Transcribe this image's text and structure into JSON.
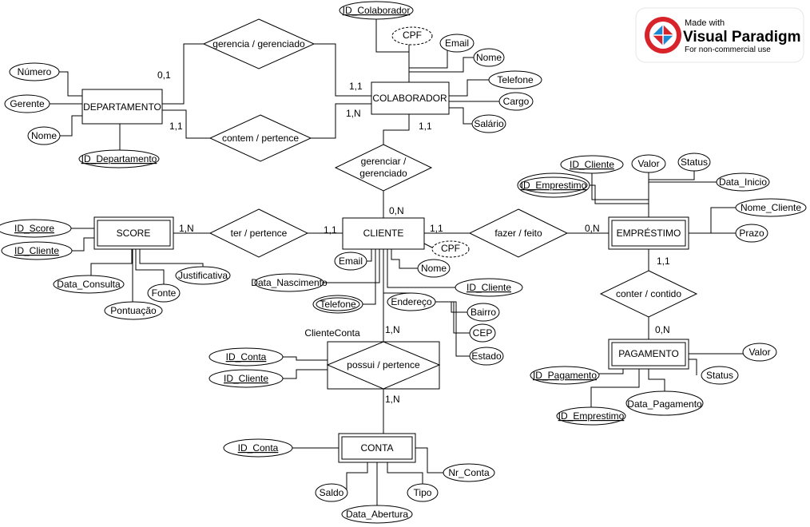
{
  "diagram": {
    "entities": {
      "departamento": "DEPARTAMENTO",
      "colaborador": "COLABORADOR",
      "cliente": "CLIENTE",
      "score": "SCORE",
      "emprestimo": "EMPRÉSTIMO",
      "pagamento": "PAGAMENTO",
      "conta": "CONTA",
      "cliente_conta": "ClienteConta"
    },
    "relationships": {
      "gerencia": "gerencia / gerenciado",
      "contem": "contem / pertence",
      "gerenciar_line1": "gerenciar /",
      "gerenciar_line2": "gerenciado",
      "ter": "ter / pertence",
      "fazer": "fazer / feito",
      "conter": "conter / contido",
      "possui": "possui / pertence"
    },
    "attributes": {
      "numero": "Número",
      "gerente": "Gerente",
      "nome_dep": "Nome",
      "id_departamento": "ID_Departamento",
      "id_colaborador": "ID_Colaborador",
      "cpf_col": "CPF",
      "email_col": "Email",
      "nome_col": "Nome",
      "telefone_col": "Telefone",
      "cargo": "Cargo",
      "salario": "Salário",
      "id_score": "ID_Score",
      "id_cliente_score": "ID_Cliente",
      "data_consulta": "Data_Consulta",
      "justificativa": "Justificativa",
      "fonte": "Fonte",
      "pontuacao": "Pontuação",
      "email_cli": "Email",
      "cpf_cli": "CPF",
      "nome_cli": "Nome",
      "data_nascimento": "Data_Nascimento",
      "id_cliente_cli": "ID_Cliente",
      "telefone_cli": "Telefone",
      "endereco": "Endereço",
      "bairro": "Bairro",
      "cep": "CEP",
      "estado": "Estado",
      "id_cliente_emp": "ID_Cliente",
      "valor_emp": "Valor",
      "status_emp": "Status",
      "id_emprestimo_emp": "ID_Emprestimo",
      "data_inicio": "Data_Inicio",
      "nome_cliente": "Nome_Cliente",
      "prazo": "Prazo",
      "valor_pag": "Valor",
      "status_pag": "Status",
      "id_pagamento": "ID_Pagamento",
      "id_emprestimo_pag": "ID_Emprestimo",
      "data_pagamento": "Data_Pagamento",
      "id_conta_cc": "ID_Conta",
      "id_cliente_cc": "ID_Cliente",
      "id_conta": "ID_Conta",
      "nr_conta": "Nr_Conta",
      "saldo": "Saldo",
      "tipo": "Tipo",
      "data_abertura": "Data_Abertura"
    },
    "cardinalities": {
      "dep_gerencia": "0,1",
      "col_gerencia": "1,1",
      "dep_contem": "1,1",
      "col_contem": "1,N",
      "col_gerenciar": "1,1",
      "cli_gerenciar": "0,N",
      "score_ter": "1,N",
      "cli_ter": "1,1",
      "cli_fazer": "1,1",
      "emp_fazer": "0,N",
      "emp_conter": "1,1",
      "pag_conter": "0,N",
      "cli_possui": "1,N",
      "conta_possui": "1,N"
    }
  },
  "watermark": {
    "made_with": "Made with",
    "brand": "Visual Paradigm",
    "note": "For non-commercial use",
    "colors": {
      "red": "#d8232a",
      "blue": "#1a8ad4",
      "text": "#3a3a3a"
    }
  }
}
